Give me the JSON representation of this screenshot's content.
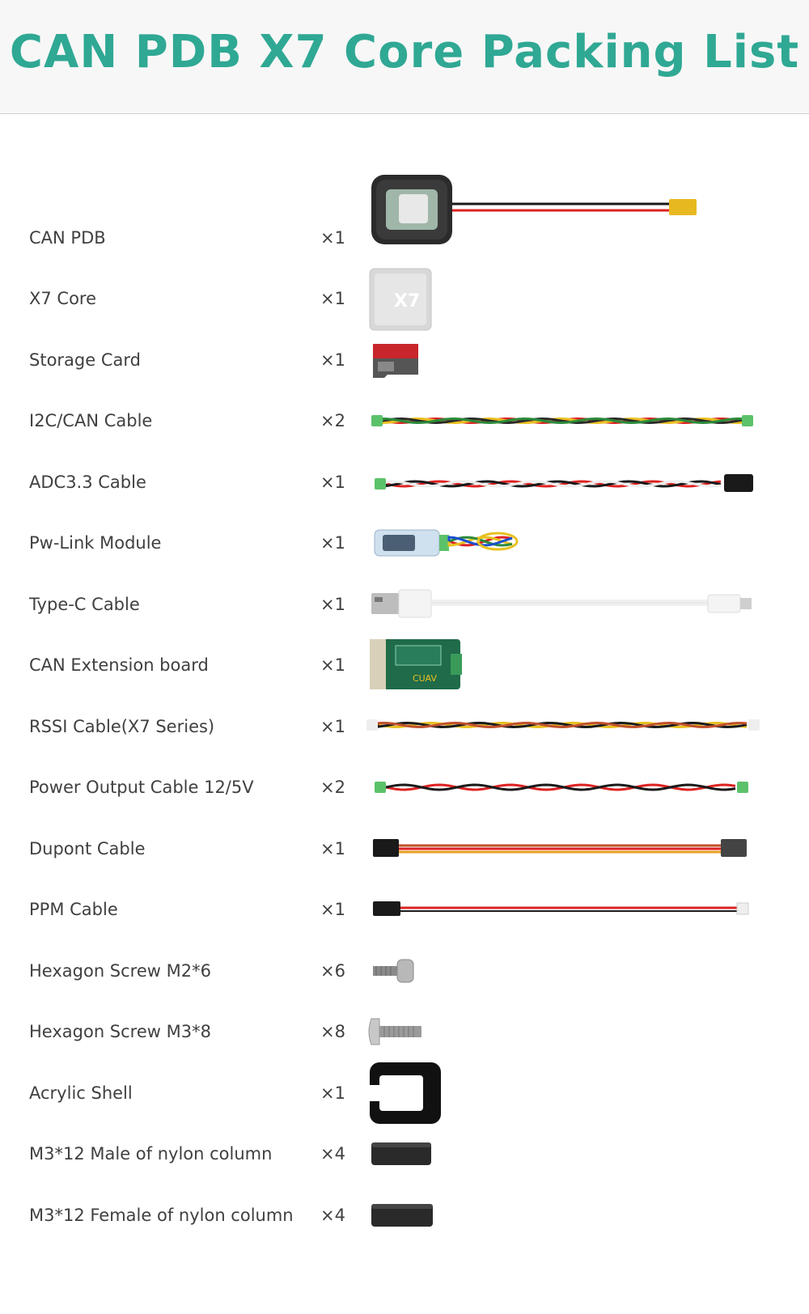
{
  "title": "CAN PDB X7 Core Packing List",
  "items": [
    {
      "name": "CAN PDB",
      "qty": "×1",
      "icon": "can-pdb-board-with-power-cable"
    },
    {
      "name": "X7 Core",
      "qty": "×1",
      "icon": "x7-core-module",
      "icon_label": "X7"
    },
    {
      "name": "Storage Card",
      "qty": "×1",
      "icon": "microsd-card"
    },
    {
      "name": "I2C/CAN Cable",
      "qty": "×2",
      "icon": "twisted-multicolor-cable"
    },
    {
      "name": "ADC3.3 Cable",
      "qty": "×1",
      "icon": "twisted-red-black-cable"
    },
    {
      "name": "Pw-Link Module",
      "qty": "×1",
      "icon": "pw-link-module"
    },
    {
      "name": "Type-C Cable",
      "qty": "×1",
      "icon": "usb-type-c-cable"
    },
    {
      "name": "CAN Extension board",
      "qty": "×1",
      "icon": "can-extension-board"
    },
    {
      "name": "RSSI Cable(X7 Series)",
      "qty": "×1",
      "icon": "twisted-yellow-black-cable"
    },
    {
      "name": "Power Output Cable 12/5V",
      "qty": "×2",
      "icon": "twisted-red-black-power-cable"
    },
    {
      "name": "Dupont Cable",
      "qty": "×1",
      "icon": "dupont-cable"
    },
    {
      "name": "PPM Cable",
      "qty": "×1",
      "icon": "ppm-cable"
    },
    {
      "name": "Hexagon Screw M2*6",
      "qty": "×6",
      "icon": "short-screw"
    },
    {
      "name": "Hexagon Screw M3*8",
      "qty": "×8",
      "icon": "long-screw"
    },
    {
      "name": "Acrylic Shell",
      "qty": "×1",
      "icon": "acrylic-shell"
    },
    {
      "name": "M3*12 Male of nylon column",
      "qty": "×4",
      "icon": "nylon-standoff-male"
    },
    {
      "name": "M3*12 Female of nylon column",
      "qty": "×4",
      "icon": "nylon-standoff-female"
    }
  ],
  "colors": {
    "title": "#2fa894",
    "text": "#404040",
    "header_bg": "#f7f7f7"
  }
}
